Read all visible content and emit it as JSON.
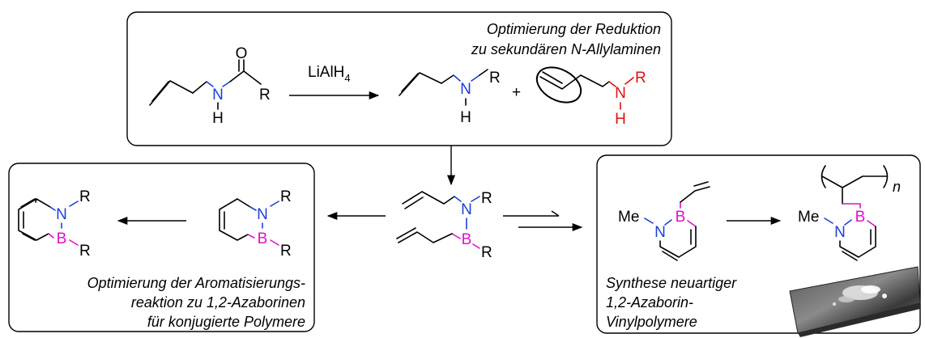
{
  "colors": {
    "nitrogen": "#1a3fd8",
    "boron": "#e010c8",
    "highlight": "#e01010",
    "box_border": "#000000"
  },
  "top_box": {
    "caption_line1": "Optimierung der Reduktion",
    "caption_line2": "zu sekundären N-Allylaminen",
    "reagent_main": "LiAlH",
    "reagent_sub": "4",
    "plus": "+",
    "atoms": {
      "O": "O",
      "N": "N",
      "H": "H",
      "R": "R"
    }
  },
  "middle": {
    "atoms": {
      "N": "N",
      "B": "B",
      "R": "R"
    }
  },
  "left_box": {
    "caption_line1": "Optimierung der Aromatisierungs-",
    "caption_line2": "reaktion zu 1,2-Azaborinen",
    "caption_line3": "für konjugierte Polymere",
    "atoms": {
      "N": "N",
      "B": "B",
      "R": "R"
    }
  },
  "right_box": {
    "caption_line1": "Synthese neuartiger",
    "caption_line2": "1,2-Azaborin-",
    "caption_line3": "Vinylpolymere",
    "methyl": "Me",
    "subscript_n": "n",
    "atoms": {
      "N": "N",
      "B": "B"
    },
    "photo": "polymer-sample-photo"
  }
}
